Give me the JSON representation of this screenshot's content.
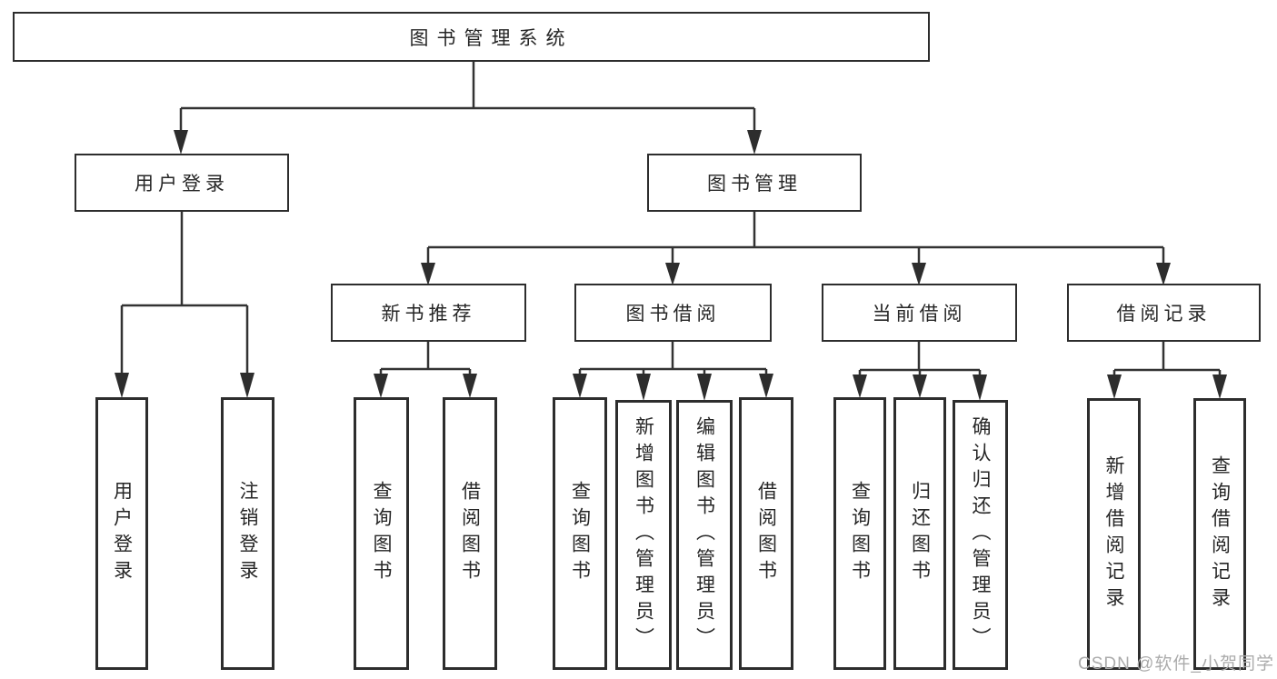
{
  "tree": {
    "root": "图书管理系统",
    "branches": [
      {
        "label": "用户登录",
        "leaves": [
          "用户登录",
          "注销登录"
        ]
      },
      {
        "label": "图书管理",
        "sections": [
          {
            "label": "新书推荐",
            "leaves": [
              "查询图书",
              "借阅图书"
            ]
          },
          {
            "label": "图书借阅",
            "leaves": [
              "查询图书",
              "新增图书（管理员）",
              "编辑图书（管理员）",
              "借阅图书"
            ]
          },
          {
            "label": "当前借阅",
            "leaves": [
              "查询图书",
              "归还图书",
              "确认归还（管理员）"
            ]
          },
          {
            "label": "借阅记录",
            "leaves": [
              "新增借阅记录",
              "查询借阅记录"
            ]
          }
        ]
      }
    ]
  },
  "watermark": {
    "text": "CSDN @软件_小贺同学",
    "color": "#ababab"
  },
  "colors": {
    "line": "#333333",
    "box_border": "#2d2d2d",
    "text": "#262626",
    "background": "#ffffff"
  }
}
